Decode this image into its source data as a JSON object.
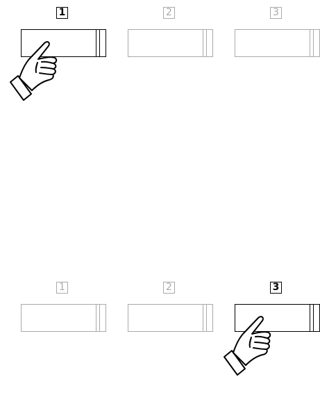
{
  "panels": [
    {
      "id": "top",
      "active_index": 0,
      "buttons": [
        {
          "number": "1",
          "state": "active"
        },
        {
          "number": "2",
          "state": "inactive"
        },
        {
          "number": "3",
          "state": "inactive"
        }
      ],
      "hand_icon": "pointing-hand-icon"
    },
    {
      "id": "bottom",
      "active_index": 2,
      "buttons": [
        {
          "number": "1",
          "state": "inactive"
        },
        {
          "number": "2",
          "state": "inactive"
        },
        {
          "number": "3",
          "state": "active"
        }
      ],
      "hand_icon": "pointing-hand-icon"
    }
  ],
  "colors": {
    "active": "#000000",
    "inactive": "#a9a9a9",
    "background": "#ffffff"
  }
}
